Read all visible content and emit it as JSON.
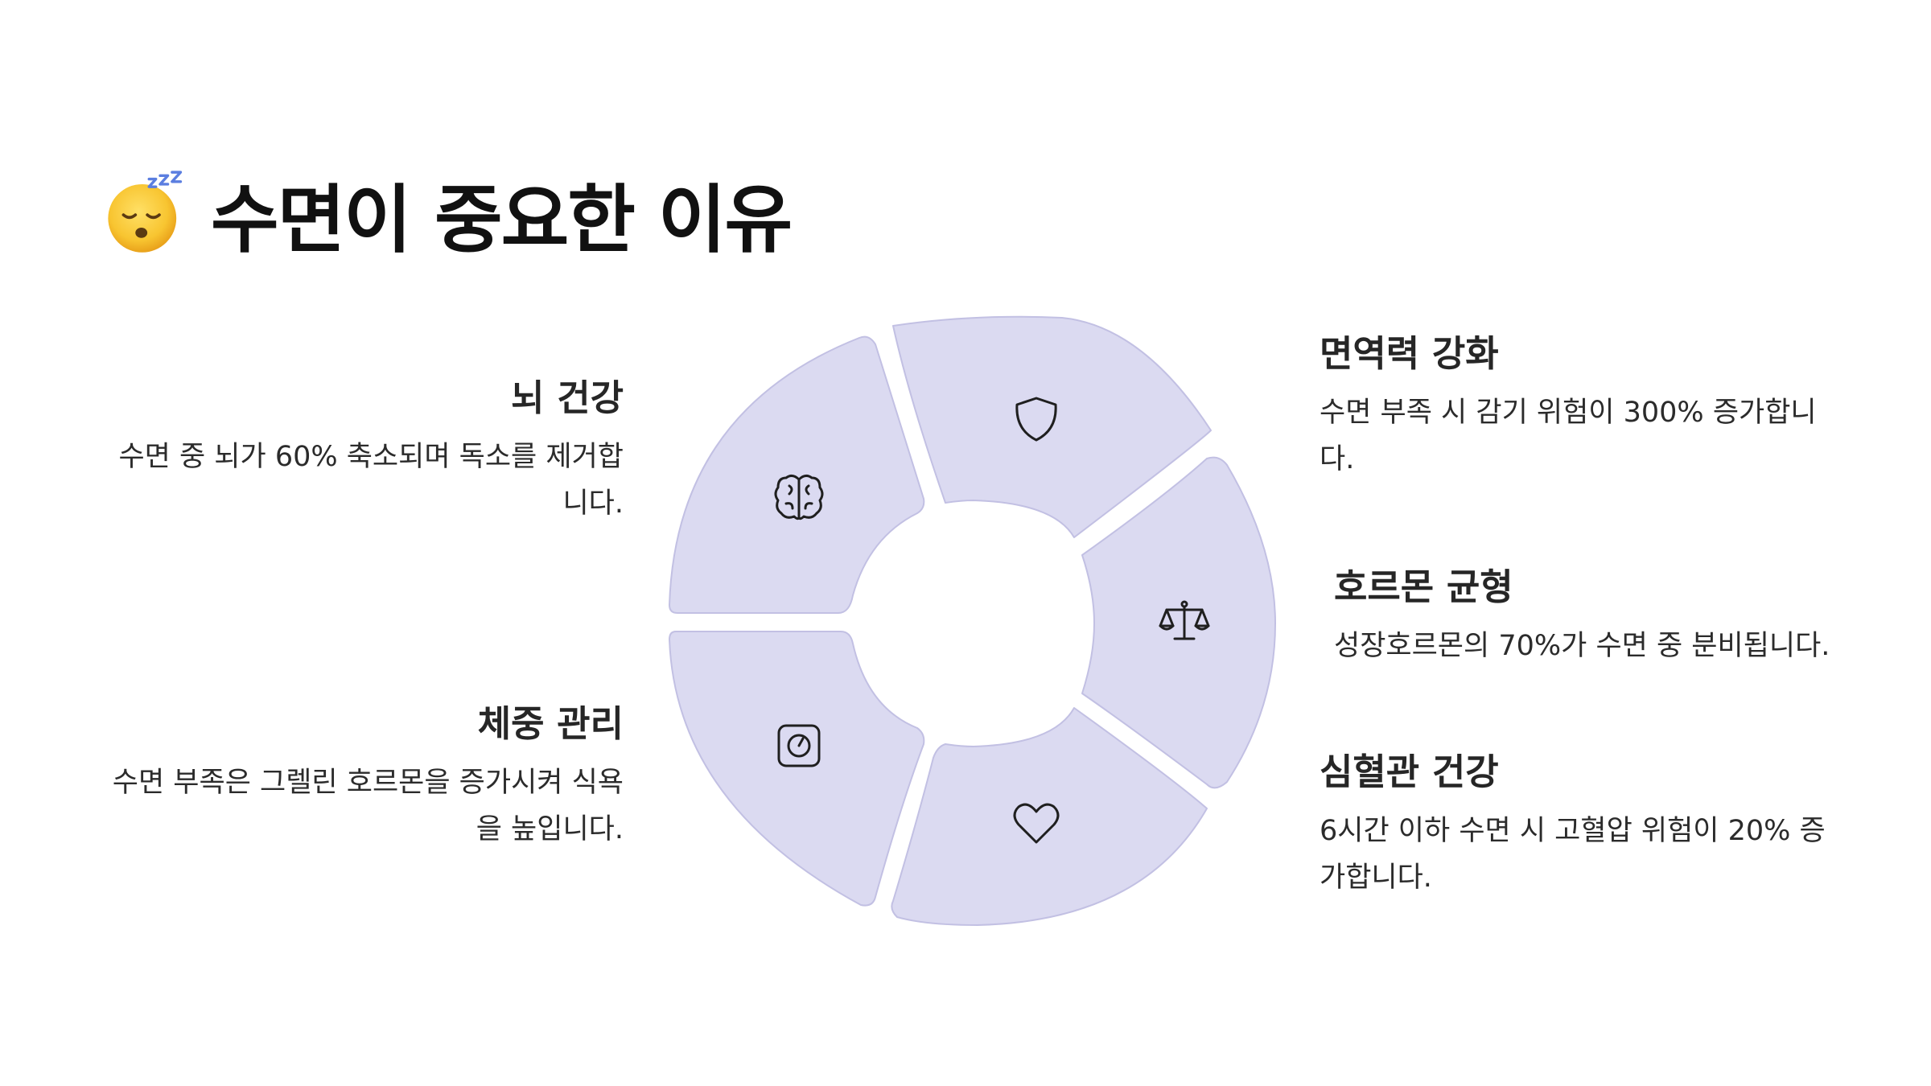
{
  "title": {
    "emoji": "sleeping-face",
    "text": "수면이 중요한 이유"
  },
  "items": {
    "brain": {
      "title": "뇌 건강",
      "desc": "수면 중 뇌가 60% 축소되며 독소를 제거합니다.",
      "icon": "brain-icon"
    },
    "weight": {
      "title": "체중 관리",
      "desc": "수면 부족은 그렐린 호르몬을 증가시켜 식욕을 높입니다.",
      "icon": "scale-icon"
    },
    "immune": {
      "title": "면역력 강화",
      "desc": "수면 부족 시 감기 위험이 300% 증가합니다.",
      "icon": "shield-icon"
    },
    "hormone": {
      "title": "호르몬 균형",
      "desc": "성장호르몬의 70%가 수면 중 분비됩니다.",
      "icon": "balance-icon"
    },
    "heart": {
      "title": "심혈관 건강",
      "desc": "6시간 이하 수면 시 고혈압 위험이 20% 증가합니다.",
      "icon": "heart-icon"
    }
  },
  "colors": {
    "segment_fill": "#dbdaf1",
    "segment_stroke": "#c2c0e3",
    "text": "#262626"
  }
}
